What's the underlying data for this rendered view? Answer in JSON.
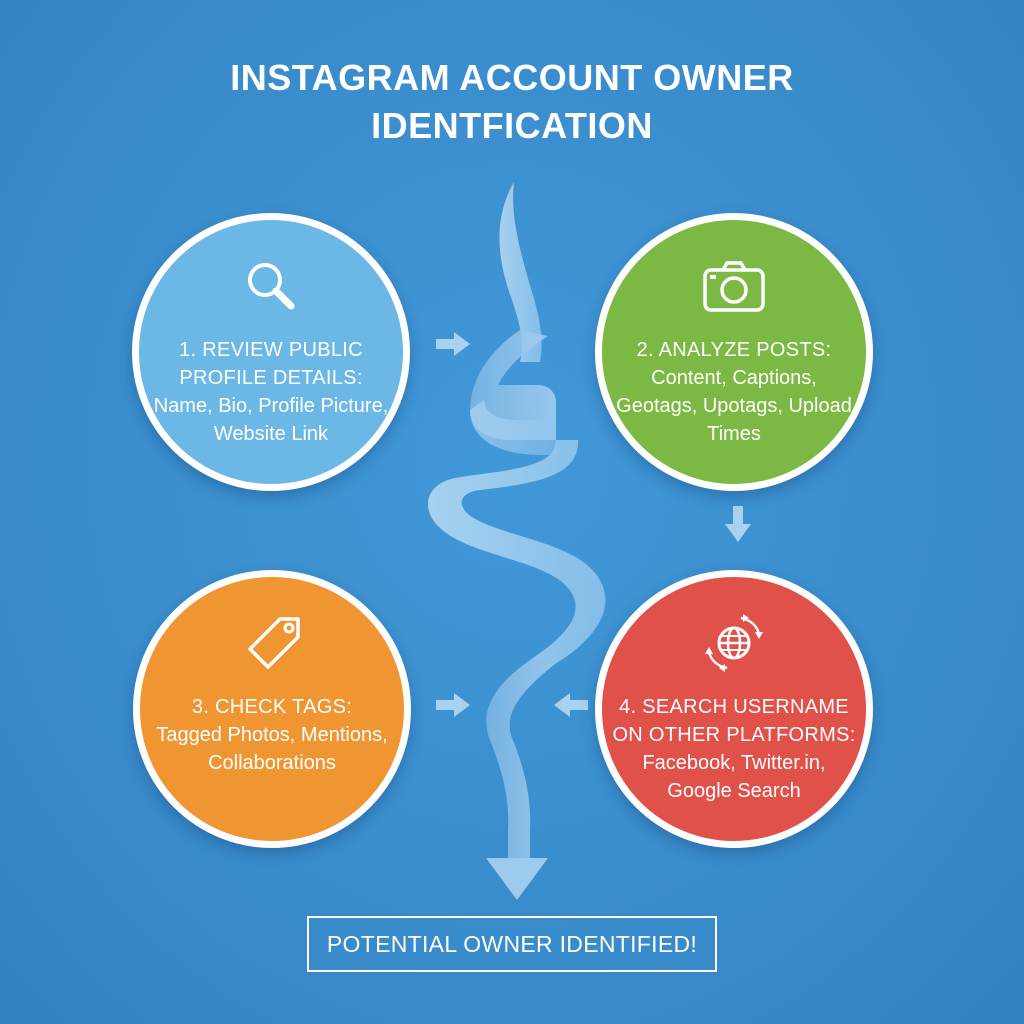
{
  "title": {
    "line1": "INSTAGRAM ACCOUNT OWNER",
    "line2": "IDENTFICATION"
  },
  "steps": [
    {
      "heading": "1. REVIEW PUBLIC PROFILE DETAILS:",
      "details": "Name, Bio, Profile Picture, Website Link",
      "icon": "magnifier-icon",
      "color": "#6bb8e6"
    },
    {
      "heading": "2. ANALYZE POSTS:",
      "details": "Content, Captions, Geotags, Upotags, Upload Times",
      "icon": "camera-icon",
      "color": "#7cb944"
    },
    {
      "heading": "3. CHECK TAGS:",
      "details": "Tagged Photos, Mentions, Collaborations",
      "icon": "tag-icon",
      "color": "#ef9633"
    },
    {
      "heading": "4. SEARCH USERNAME ON OTHER PLATFORMS:",
      "details": "Facebook, Twitter.in, Google Search",
      "icon": "globe-sync-icon",
      "color": "#e0514a"
    }
  ],
  "result": {
    "label": "POTENTIAL OWNER IDENTIFIED!"
  },
  "colors": {
    "background": "#3a8fd0",
    "ribbon": "#a9d2f0",
    "arrow": "#9ccbee"
  }
}
